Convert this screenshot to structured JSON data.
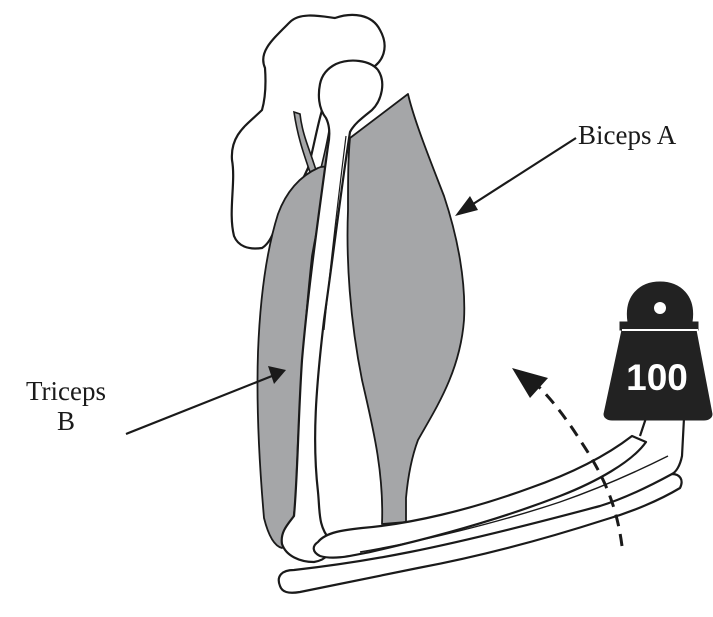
{
  "labels": {
    "biceps": "Biceps A",
    "triceps_line1": "Triceps",
    "triceps_line2": "B"
  },
  "weight": {
    "value": "100"
  },
  "colors": {
    "muscle": "#a5a6a8",
    "outline": "#1a1a1a",
    "weight": "#222222",
    "weight_text": "#ffffff",
    "background": "#ffffff"
  }
}
